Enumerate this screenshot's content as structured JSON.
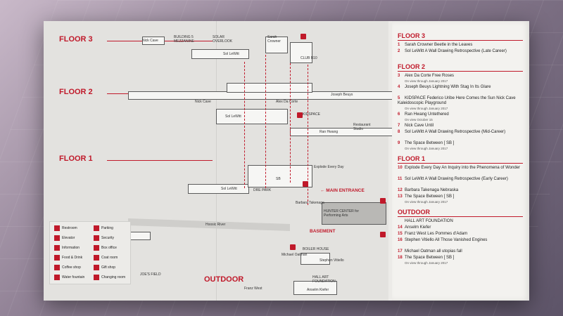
{
  "floors": {
    "f3": "FLOOR 3",
    "f2": "FLOOR 2",
    "f1": "FLOOR 1",
    "outdoor": "OUTDOOR"
  },
  "map_labels": {
    "nick_cave_top": "Nick Cave",
    "building_mezzanine": "BUILDING 5 MEZZANINE",
    "solar_overlook": "SOLAR OVERLOOK",
    "sarah_crowner": "Sarah Crowner",
    "club_b10": "CLUB B10",
    "sol_lewitt_3": "Sol LeWitt",
    "nick_cave_2": "Nick Cave",
    "alex_da_corte": "Alex Da Corte",
    "joseph_beuys": "Joseph Beuys",
    "sol_lewitt_2": "Sol LeWitt",
    "ran_hwang": "Ran Hwang",
    "kidspace": "KIDSPACE",
    "school": "Restaurant Studio",
    "explode": "Explode Every Day",
    "sb": "SB",
    "dre_park": "DRE PARK",
    "sol_lewitt_1": "Sol LeWitt",
    "main_entrance": "← MAIN ENTRANCE",
    "barbara": "Barbara Takenaga",
    "hunter": "HUNTER CENTER for Performing Arts",
    "basement": "BASEMENT",
    "michael": "Michael Oatman",
    "boiler": "BOILER HOUSE",
    "stephen": "Stephen Vitiello",
    "hall": "HALL ART FOUNDATION",
    "anselm": "Anselm Kiefer",
    "franz": "Franz West",
    "joes_field": "JOE'S FIELD",
    "river": "Hoosic River"
  },
  "legend": [
    {
      "icon": "restroom-icon",
      "label": "Restroom"
    },
    {
      "icon": "elevator-icon",
      "label": "Elevator"
    },
    {
      "icon": "information-icon",
      "label": "Information"
    },
    {
      "icon": "food-icon",
      "label": "Food & Drink"
    },
    {
      "icon": "coffee-icon",
      "label": "Coffee shop"
    },
    {
      "icon": "water-icon",
      "label": "Water fountain"
    },
    {
      "icon": "parking-icon",
      "label": "Parking"
    },
    {
      "icon": "security-icon",
      "label": "Security"
    },
    {
      "icon": "box-office-icon",
      "label": "Box office"
    },
    {
      "icon": "coat-room-icon",
      "label": "Coat room"
    },
    {
      "icon": "gift-shop-icon",
      "label": "Gift shop"
    },
    {
      "icon": "changing-room-icon",
      "label": "Changing room"
    }
  ],
  "directory": {
    "floor3": {
      "title": "FLOOR 3",
      "items": [
        {
          "n": "1",
          "text": "Sarah Crowner Beetle in the Leaves",
          "sub": ""
        },
        {
          "n": "2",
          "text": "Sol LeWitt A Wall Drawing Retrospective (Late Career)",
          "sub": ""
        }
      ]
    },
    "floor2": {
      "title": "FLOOR 2",
      "items": [
        {
          "n": "3",
          "text": "Alex Da Corte Free Roses",
          "sub": "On view through January 2017"
        },
        {
          "n": "4",
          "text": "Joseph Beuys Lightning With Stag In Its Glare",
          "sub": ""
        },
        {
          "n": "5",
          "text": "KIDSPACE Federico Uribe Here Comes the Sun Nick Cave Kaleidoscopic Playground",
          "sub": "On view through January 2017"
        },
        {
          "n": "6",
          "text": "Ran Hwang Untethered",
          "sub": "On view October 15"
        },
        {
          "n": "7",
          "text": "Nick Cave Until",
          "sub": ""
        },
        {
          "n": "8",
          "text": "Sol LeWitt A Wall Drawing Retrospective (Mid-Career)",
          "sub": ""
        },
        {
          "n": "9",
          "text": "The Space Between [ SB ]",
          "sub": "On view through January 2017"
        }
      ]
    },
    "floor1": {
      "title": "FLOOR 1",
      "items": [
        {
          "n": "10",
          "text": "Explode Every Day An Inquiry into the Phenomena of Wonder",
          "sub": ""
        },
        {
          "n": "11",
          "text": "Sol LeWitt A Wall Drawing Retrospective (Early Career)",
          "sub": ""
        },
        {
          "n": "12",
          "text": "Barbara Takenaga Nebraska",
          "sub": ""
        },
        {
          "n": "13",
          "text": "The Space Between [ SB ]",
          "sub": "On view through January 2017"
        }
      ]
    },
    "outdoor": {
      "title": "OUTDOOR",
      "items": [
        {
          "n": "",
          "text": "HALL ART FOUNDATION",
          "sub": ""
        },
        {
          "n": "14",
          "text": "Anselm Kiefer",
          "sub": ""
        },
        {
          "n": "15",
          "text": "Franz West Les Pommes d'Adam",
          "sub": ""
        },
        {
          "n": "16",
          "text": "Stephen Vitiello All Those Vanished Engines",
          "sub": ""
        },
        {
          "n": "17",
          "text": "Michael Oatman all utopias fall",
          "sub": ""
        },
        {
          "n": "18",
          "text": "The Space Between [ SB ]",
          "sub": "On view through January 2017"
        }
      ]
    }
  }
}
